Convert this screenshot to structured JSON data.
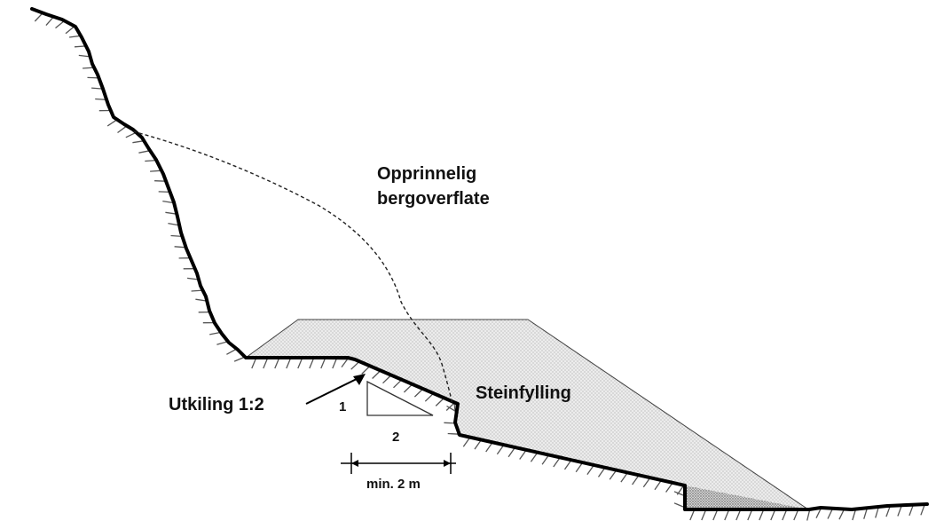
{
  "labels": {
    "original_surface_line1": "Opprinnelig",
    "original_surface_line2": "bergoverflate",
    "fill": "Steinfylling",
    "wedge": "Utkiling 1:2",
    "slope_vertical": "1",
    "slope_horizontal": "2",
    "min_width": "min. 2 m"
  },
  "colors": {
    "line": "#000000",
    "fill_shade": "#e4e4e4",
    "toe_shade": "#b9b9b9",
    "background": "#ffffff"
  }
}
